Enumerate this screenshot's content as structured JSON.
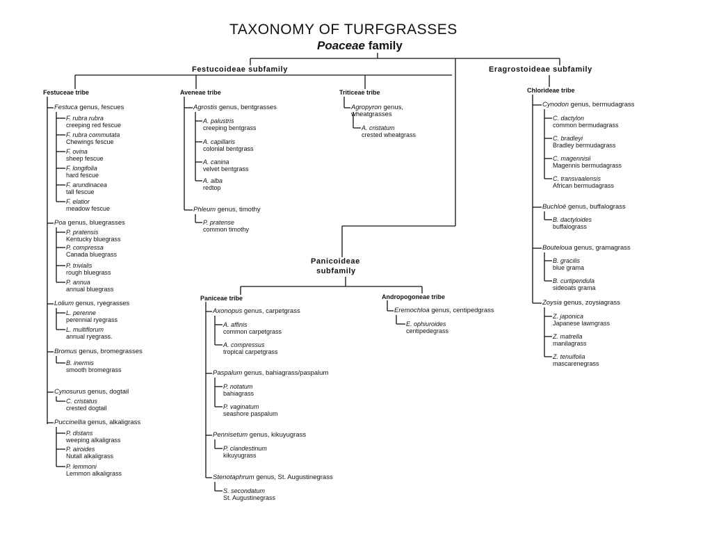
{
  "title": "TAXONOMY OF TURFGRASSES",
  "family": {
    "name": "Poaceae",
    "suffix": " family"
  },
  "subfamilies": {
    "festucoideae": {
      "label": "Festucoideae subfamily",
      "tribes": {
        "festuceae": {
          "label": "Festuceae tribe",
          "genera": [
            {
              "name": "Festuca",
              "rest": " genus, fescues",
              "species": [
                {
                  "sci": "F. rubra rubra",
                  "common": "creeping red fescue"
                },
                {
                  "sci": "F. rubra commutata",
                  "common": "Chewings fescue"
                },
                {
                  "sci": "F. ovina",
                  "common": "sheep fescue"
                },
                {
                  "sci": "F. longifolia",
                  "common": "hard fescue"
                },
                {
                  "sci": "F. arundinacea",
                  "common": "tall fescue"
                },
                {
                  "sci": "F. elatior",
                  "common": "meadow fescue"
                }
              ]
            },
            {
              "name": "Poa",
              "rest": " genus, bluegrasses",
              "species": [
                {
                  "sci": "P. pratensis",
                  "common": "Kentucky bluegrass"
                },
                {
                  "sci": "P. compressa",
                  "common": "Canada bluegrass"
                },
                {
                  "sci": "P. trivialis",
                  "common": "rough bluegrass"
                },
                {
                  "sci": "P. annua",
                  "common": "annual bluegrass"
                }
              ]
            },
            {
              "name": "Lolium",
              "rest": " genus, ryegrasses",
              "species": [
                {
                  "sci": "L. perenne",
                  "common": "perennial ryegrass"
                },
                {
                  "sci": "L. multiflorum",
                  "common": "annual ryegrass."
                }
              ]
            },
            {
              "name": "Bromus",
              "rest": " genus, bromegrasses",
              "species": [
                {
                  "sci": "B. inermis",
                  "common": "smooth bromegrass"
                }
              ]
            },
            {
              "name": "Cynosurus",
              "rest": " genus, dogtail",
              "species": [
                {
                  "sci": "C. cristatus",
                  "common": "crested dogtail"
                }
              ]
            },
            {
              "name": "Puccinellia",
              "rest": " genus, alkaligrass",
              "species": [
                {
                  "sci": "P. distans",
                  "common": "weeping alkaligrass"
                },
                {
                  "sci": "P. airoides",
                  "common": "Nutall alkaligrass"
                },
                {
                  "sci": "P. lemmoni",
                  "common": "Lemmon alkaligrass"
                }
              ]
            }
          ]
        },
        "aveneae": {
          "label": "Aveneae tribe",
          "genera": [
            {
              "name": "Agrostis",
              "rest": " genus, bentgrasses",
              "species": [
                {
                  "sci": "A. palustris",
                  "common": "creeping bentgrass"
                },
                {
                  "sci": "A. capillaris",
                  "common": "colonial bentgrass"
                },
                {
                  "sci": "A. canina",
                  "common": "velvet bentgrass"
                },
                {
                  "sci": "A. alba",
                  "common": "redtop"
                }
              ]
            },
            {
              "name": "Phleum",
              "rest": " genus, timothy",
              "species": [
                {
                  "sci": "P. pratense",
                  "common": "common timothy"
                }
              ]
            }
          ]
        },
        "triticeae": {
          "label": "Triticeae tribe",
          "genera": [
            {
              "name": "Agropyron",
              "rest": " genus,",
              "rest2": "wheatgrasses",
              "species": [
                {
                  "sci": "A. cristatum",
                  "common": "crested wheatgrass"
                }
              ]
            }
          ]
        }
      }
    },
    "eragrostoideae": {
      "label": "Eragrostoideae subfamily",
      "tribes": {
        "chlorideae": {
          "label": "Chlorideae tribe",
          "genera": [
            {
              "name": "Cynodon",
              "rest": " genus, bermudagrass",
              "species": [
                {
                  "sci": "C. dactylon",
                  "common": "common bermudagrass"
                },
                {
                  "sci": "C. bradleyi",
                  "common": "Bradley bermudagrass"
                },
                {
                  "sci": "C. magennisii",
                  "common": "Magennis bermudagrass"
                },
                {
                  "sci": "C. transvaalensis",
                  "common": "African bermudagrass"
                }
              ]
            },
            {
              "name": "Buchloë",
              "rest": " genus, buffalograss",
              "species": [
                {
                  "sci": "B. dactyloides",
                  "common": "buffalograss"
                }
              ]
            },
            {
              "name": "Bouteloua",
              "rest": " genus, gramagrass",
              "species": [
                {
                  "sci": "B. gracilis",
                  "common": "blue grama"
                },
                {
                  "sci": "B. curtipendula",
                  "common": "sideoats grama"
                }
              ]
            },
            {
              "name": "Zoysia",
              "rest": " genus, zoysiagrass",
              "species": [
                {
                  "sci": "Z. japonica",
                  "common": "Japanese lawngrass"
                },
                {
                  "sci": "Z. matrella",
                  "common": "manilagrass"
                },
                {
                  "sci": "Z. tenuifolia",
                  "common": "mascarenegrass"
                }
              ]
            }
          ]
        }
      }
    },
    "panicoideae": {
      "label_line1": "Panicoideae",
      "label_line2": "subfamily",
      "tribes": {
        "paniceae": {
          "label": "Paniceae tribe",
          "genera": [
            {
              "name": "Axonopus",
              "rest": " genus, carpetgrass",
              "species": [
                {
                  "sci": "A. affinis",
                  "common": "common carpetgrass"
                },
                {
                  "sci": "A. compressus",
                  "common": "tropical carpetgrass"
                }
              ]
            },
            {
              "name": "Paspalum",
              "rest": " genus, bahiagrass/paspalum",
              "species": [
                {
                  "sci": "P. notatum",
                  "common": "bahiagrass"
                },
                {
                  "sci": "P. vaginatum",
                  "common": "seashore paspalum"
                }
              ]
            },
            {
              "name": "Pennisetum",
              "rest": " genus, kikuyugrass",
              "species": [
                {
                  "sci": "P. clandestinum",
                  "common": "kikuyugrass"
                }
              ]
            },
            {
              "name": "Stenotaphrum",
              "rest": " genus, St. Augustinegrass",
              "species": [
                {
                  "sci": "S. secondatum",
                  "common": "St. Augustinegrass"
                }
              ]
            }
          ]
        },
        "andropogoneae": {
          "label": "Andropogoneae tribe",
          "genera": [
            {
              "name": "Eremochloa",
              "rest": " genus, centipedgrass",
              "species": [
                {
                  "sci": "E. ophiuroides",
                  "common": "centipedegrass"
                }
              ]
            }
          ]
        }
      }
    }
  }
}
